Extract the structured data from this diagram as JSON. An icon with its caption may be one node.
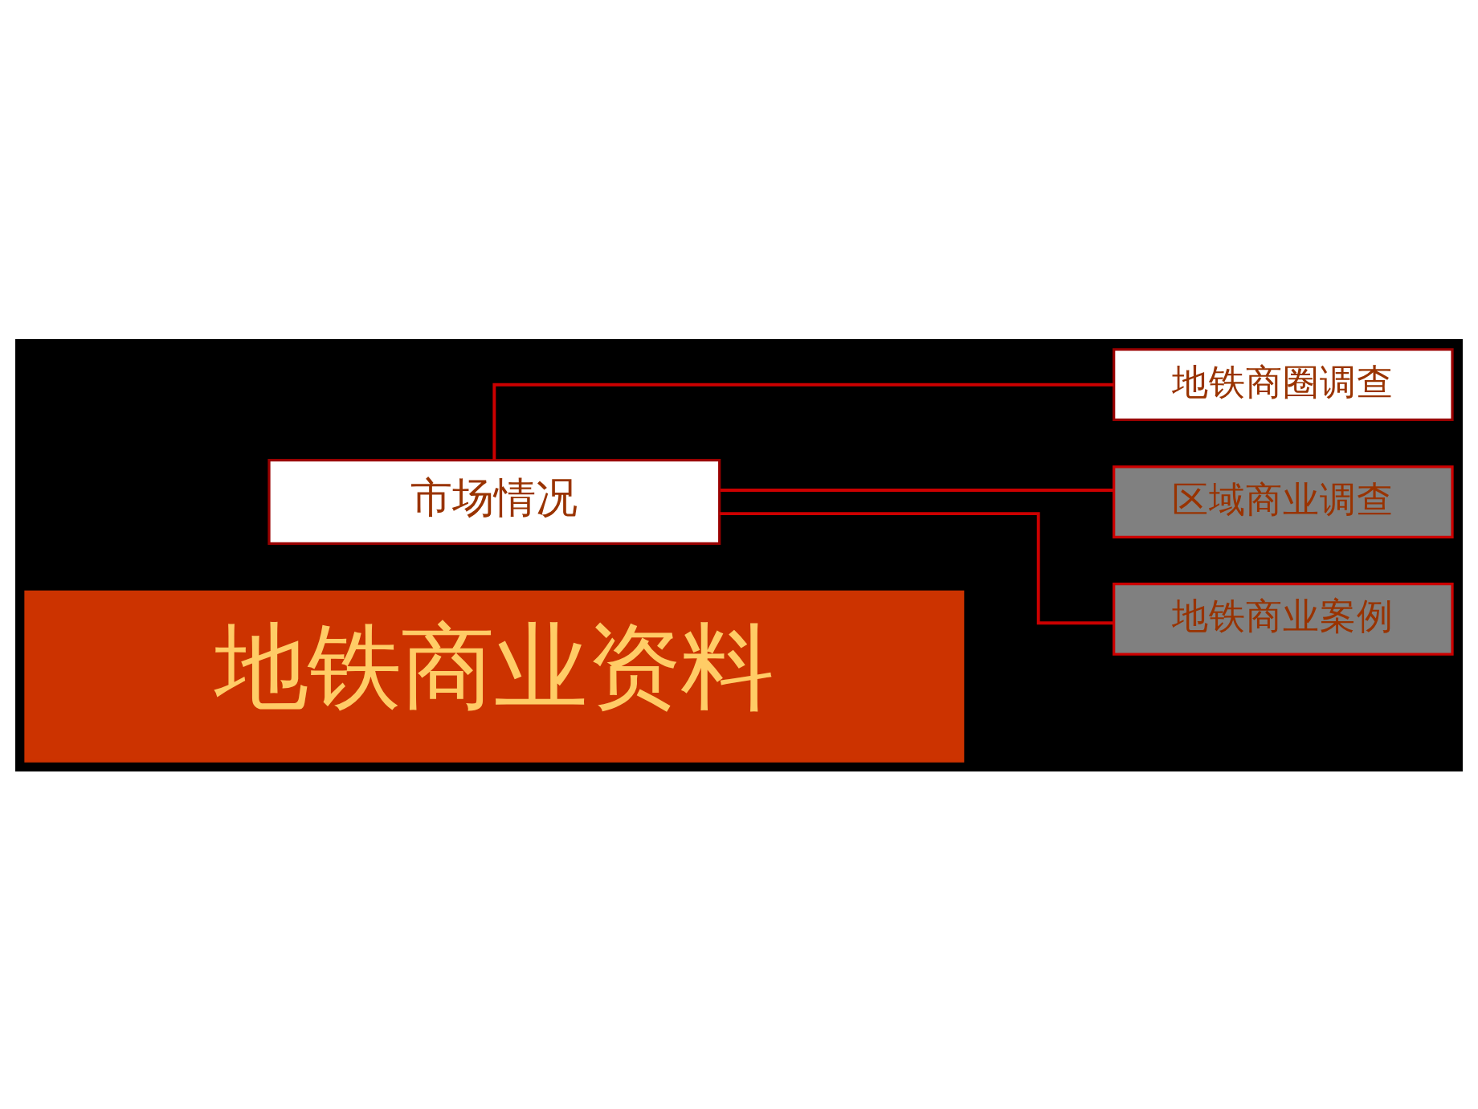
{
  "diagram": {
    "nodes": [
      {
        "text": [
          "地铁商业资料"
        ]
      },
      {
        "text": [
          "市场情况"
        ]
      },
      {
        "text": [
          "地铁商圈调查"
        ]
      },
      {
        "text": [
          "区域商业调查"
        ]
      },
      {
        "text": [
          "地铁商业案例"
        ]
      }
    ],
    "edges": [
      {
        "from": 1,
        "to": 2,
        "arrow": "none"
      },
      {
        "from": 1,
        "to": 3,
        "arrow": "none"
      },
      {
        "from": 1,
        "to": 4,
        "arrow": "none"
      }
    ]
  }
}
